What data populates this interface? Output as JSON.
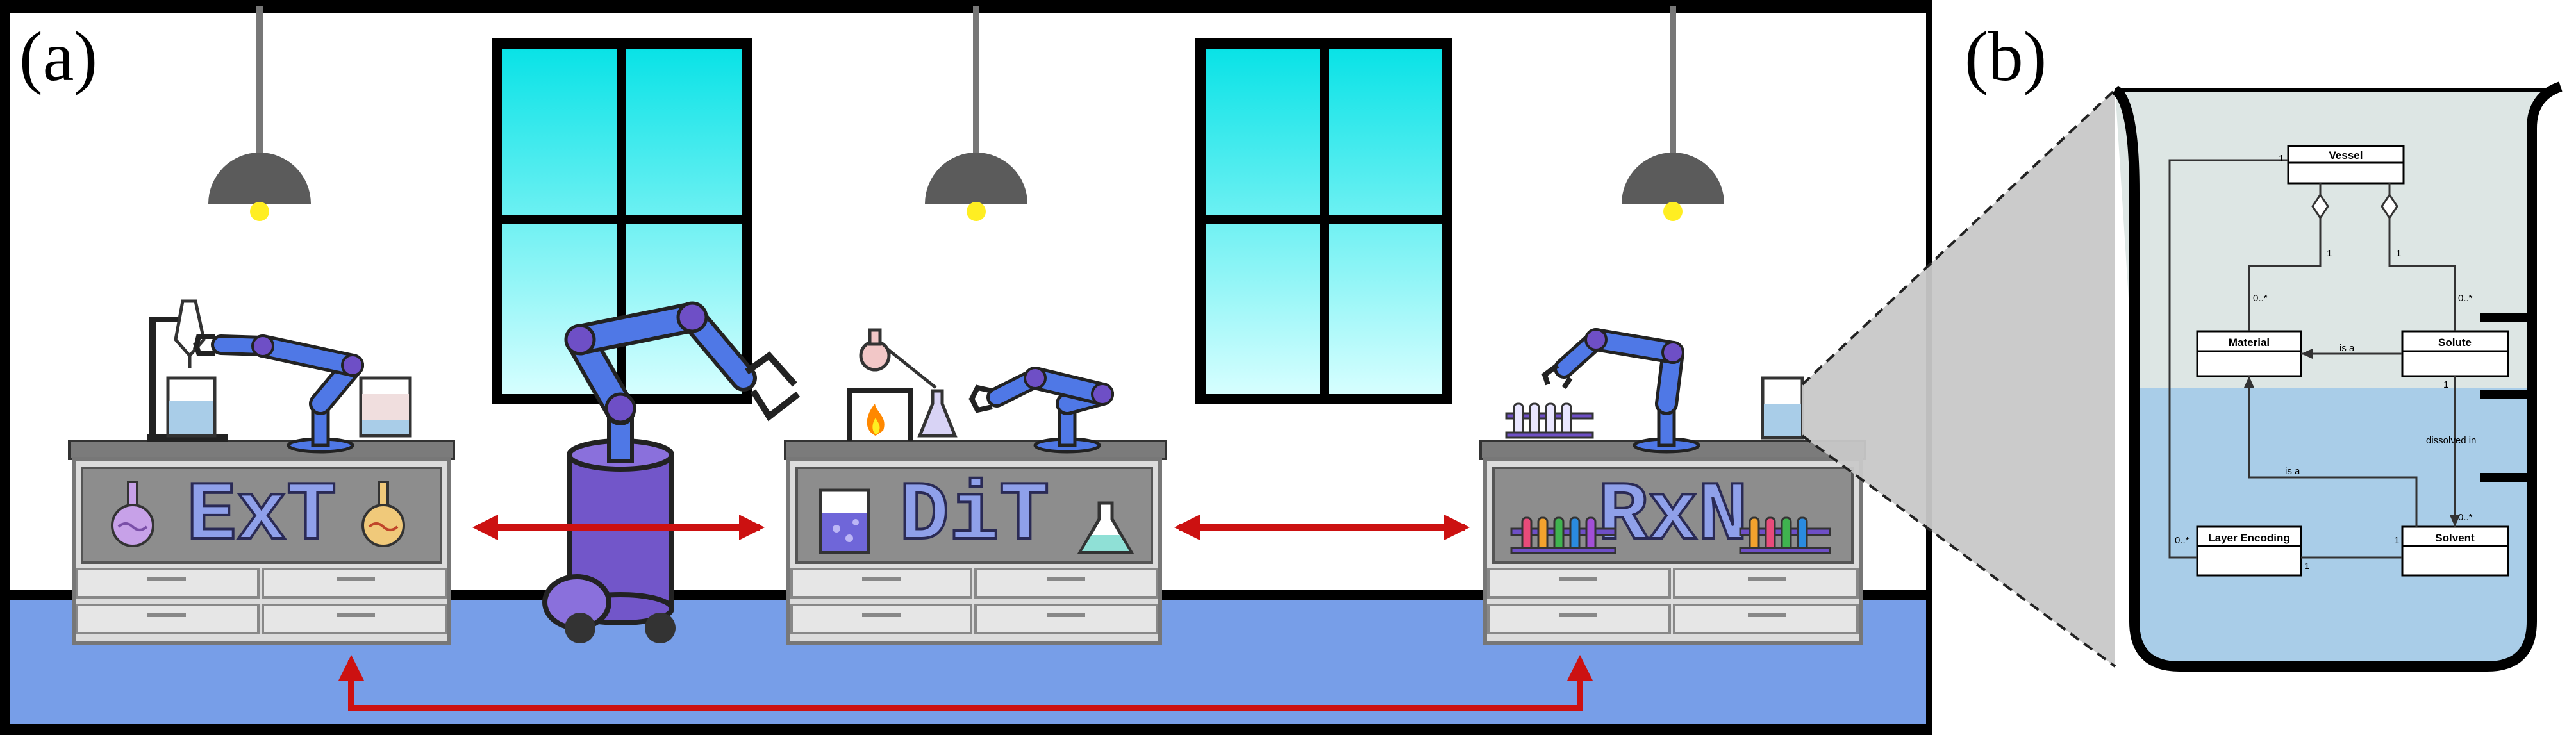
{
  "panels": {
    "a": "(a)",
    "b": "(b)"
  },
  "benches": {
    "ext": "ExT",
    "dit": "DiT",
    "rxn": "RxN"
  },
  "uml": {
    "classes": {
      "vessel": "Vessel",
      "material": "Material",
      "solute": "Solute",
      "layer_encoding": "Layer Encoding",
      "solvent": "Solvent"
    },
    "labels": {
      "is_a_1": "is a",
      "is_a_2": "is a",
      "dissolved_in": "dissolved in"
    },
    "multiplicities": {
      "vessel_left": "1",
      "vessel_material_one": "1",
      "material_many": "0..*",
      "vessel_solute_one": "1",
      "solute_many": "0..*",
      "solute_one": "1",
      "solvent_many": "0..*",
      "layer_many": "0..*",
      "solvent_one_a": "1",
      "solvent_one_b": "1"
    }
  },
  "colors": {
    "floor": "#779ee8",
    "arrow": "#cc1111",
    "robot_blue": "#4f78e6",
    "robot_purple": "#7256c9",
    "window_top": "#06e2e6",
    "window_bottom": "#d9ffff",
    "counter_top": "#7b7b7b",
    "bench_body": "#dcdcdc",
    "liquid": "#a9cde8",
    "lamp": "#5b5b5b",
    "bulb": "#ffee22"
  }
}
